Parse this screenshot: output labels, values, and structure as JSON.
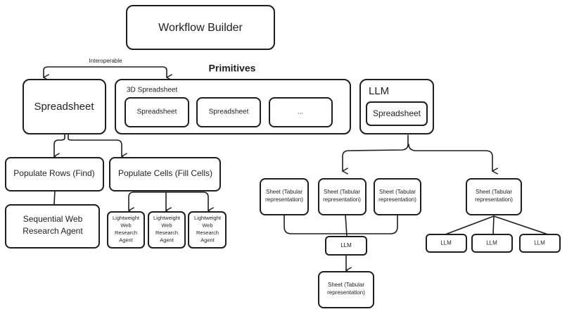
{
  "title": "Workflow Builder",
  "primitives_label": "Primitives",
  "interoperable_label": "Interoperable",
  "spreadsheet": "Spreadsheet",
  "three_d": {
    "label": "3D Spreadsheet",
    "items": [
      "Spreadsheet",
      "Spreadsheet",
      "..."
    ]
  },
  "llm_group": {
    "label": "LLM",
    "inner": "Spreadsheet"
  },
  "populate_rows": "Populate Rows (Find)",
  "populate_cells": "Populate Cells (Fill Cells)",
  "sequential_agent": [
    "Sequential Web",
    "Research Agent"
  ],
  "lightweight_agent": [
    "Lightweight",
    "Web",
    "Research",
    "Agent"
  ],
  "sheet": [
    "Sheet (Tabular",
    "representation)"
  ],
  "llm": "LLM",
  "colors": {
    "stroke": "#1e1e1e",
    "background": "#ffffff"
  }
}
